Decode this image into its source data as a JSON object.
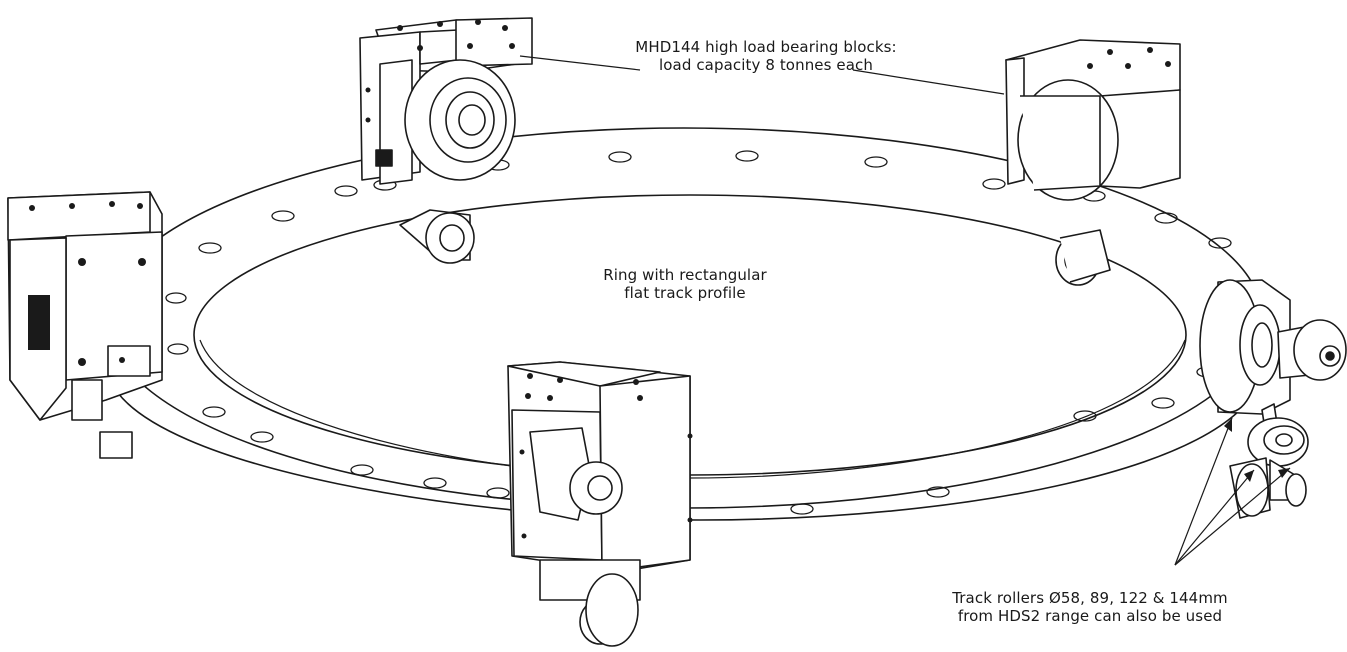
{
  "annotations": {
    "bearing_blocks": {
      "line1": "MHD144 high load bearing blocks:",
      "line2": "load capacity 8 tonnes each"
    },
    "ring": {
      "line1": "Ring with rectangular",
      "line2": "flat track profile"
    },
    "track_rollers": {
      "line1": "Track rollers Ø58, 89, 122 & 144mm",
      "line2": "from HDS2 range can also be used"
    }
  },
  "colors": {
    "line": "#1a1a1a",
    "fill": "#ffffff",
    "shade": "#d9d9d9"
  }
}
